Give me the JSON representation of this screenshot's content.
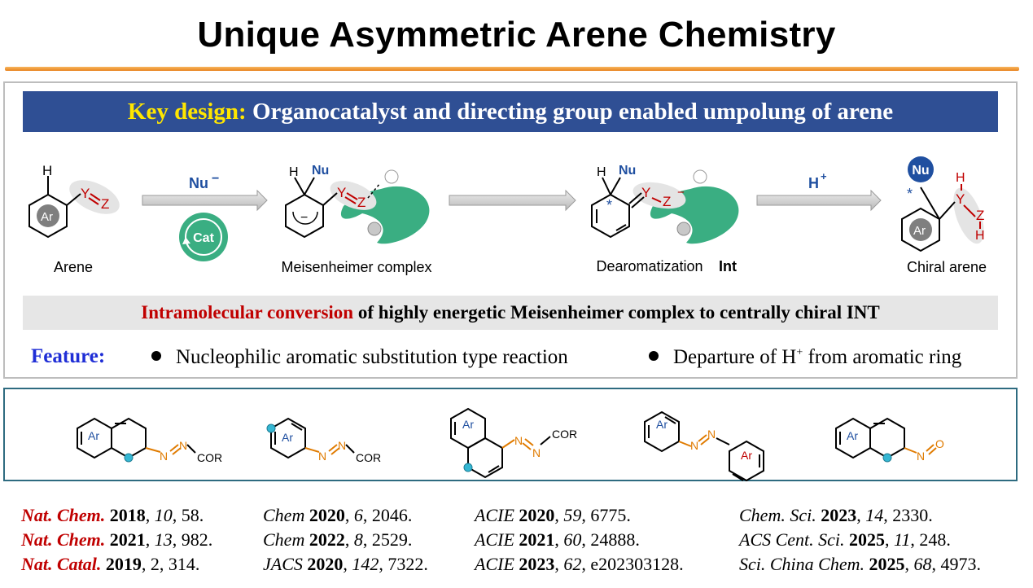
{
  "title": "Unique Asymmetric Arene Chemistry",
  "banner": {
    "key": "Key design:",
    "text": " Organocatalyst and directing group enabled umpolung of arene"
  },
  "scheme": {
    "labels": {
      "arene": "Arene",
      "meisenheimer": "Meisenheimer complex",
      "dearomatization": "Dearomatization",
      "int": "Int",
      "chiral": "Chiral arene"
    },
    "atoms": {
      "H": "H",
      "Y": "Y",
      "Z": "Z",
      "Ar": "Ar",
      "Nu": "Nu",
      "minus": "−",
      "star": "*"
    },
    "arrows": {
      "nu_reagent": "Nu",
      "nu_charge": "−",
      "cat": "Cat",
      "proton": "H",
      "plus": "+"
    }
  },
  "conversion": {
    "red": "Intramolecular conversion",
    "rest": " of highly energetic Meisenheimer complex to centrally chiral INT"
  },
  "features": {
    "label": "Feature:",
    "f1": "Nucleophilic aromatic substitution type reaction",
    "f2_pre": "Departure of H",
    "f2_sup": "+",
    "f2_post": " from aromatic ring"
  },
  "substrates": {
    "ar": "Ar",
    "n": "N",
    "cor": "COR",
    "o": "O"
  },
  "references": {
    "col1": [
      {
        "journal": "Nat. Chem.",
        "year": "2018",
        "vol": "10",
        "page": ", 58."
      },
      {
        "journal": "Nat. Chem.",
        "year": "2021",
        "vol": "13",
        "page": ", 982."
      },
      {
        "journal": "Nat. Catal.",
        "year": "2019",
        "vol": "2",
        "page": ", 314."
      }
    ],
    "col2": [
      {
        "journal": "Chem",
        "year": "2020",
        "vol": "6",
        "page": ", 2046."
      },
      {
        "journal": "Chem",
        "year": "2022",
        "vol": "8",
        "page": ", 2529."
      },
      {
        "journal": "JACS",
        "year": "2020",
        "vol": "142",
        "page": ", 7322."
      }
    ],
    "col3": [
      {
        "journal": "ACIE",
        "year": "2020",
        "vol": "59",
        "page": ", 6775."
      },
      {
        "journal": "ACIE",
        "year": "2021",
        "vol": "60",
        "page": ", 24888."
      },
      {
        "journal": "ACIE",
        "year": "2023",
        "vol": "62",
        "page": ", e202303128."
      }
    ],
    "col4": [
      {
        "journal": "Chem. Sci.",
        "year": "2023",
        "vol": "14",
        "page": ", 2330."
      },
      {
        "journal": "ACS Cent. Sci.",
        "year": "2025",
        "vol": "11",
        "page": ", 248."
      },
      {
        "journal": "Sci. China Chem.",
        "year": "2025",
        "vol": "68",
        "page": ", 4973."
      }
    ]
  },
  "colors": {
    "banner": "#2f4f94",
    "highlight": "#ffe600",
    "red": "#c00000",
    "green": "#3aae82",
    "blue": "#1f4fa0",
    "orange": "#e07b00",
    "cyan": "#35b7d3"
  }
}
